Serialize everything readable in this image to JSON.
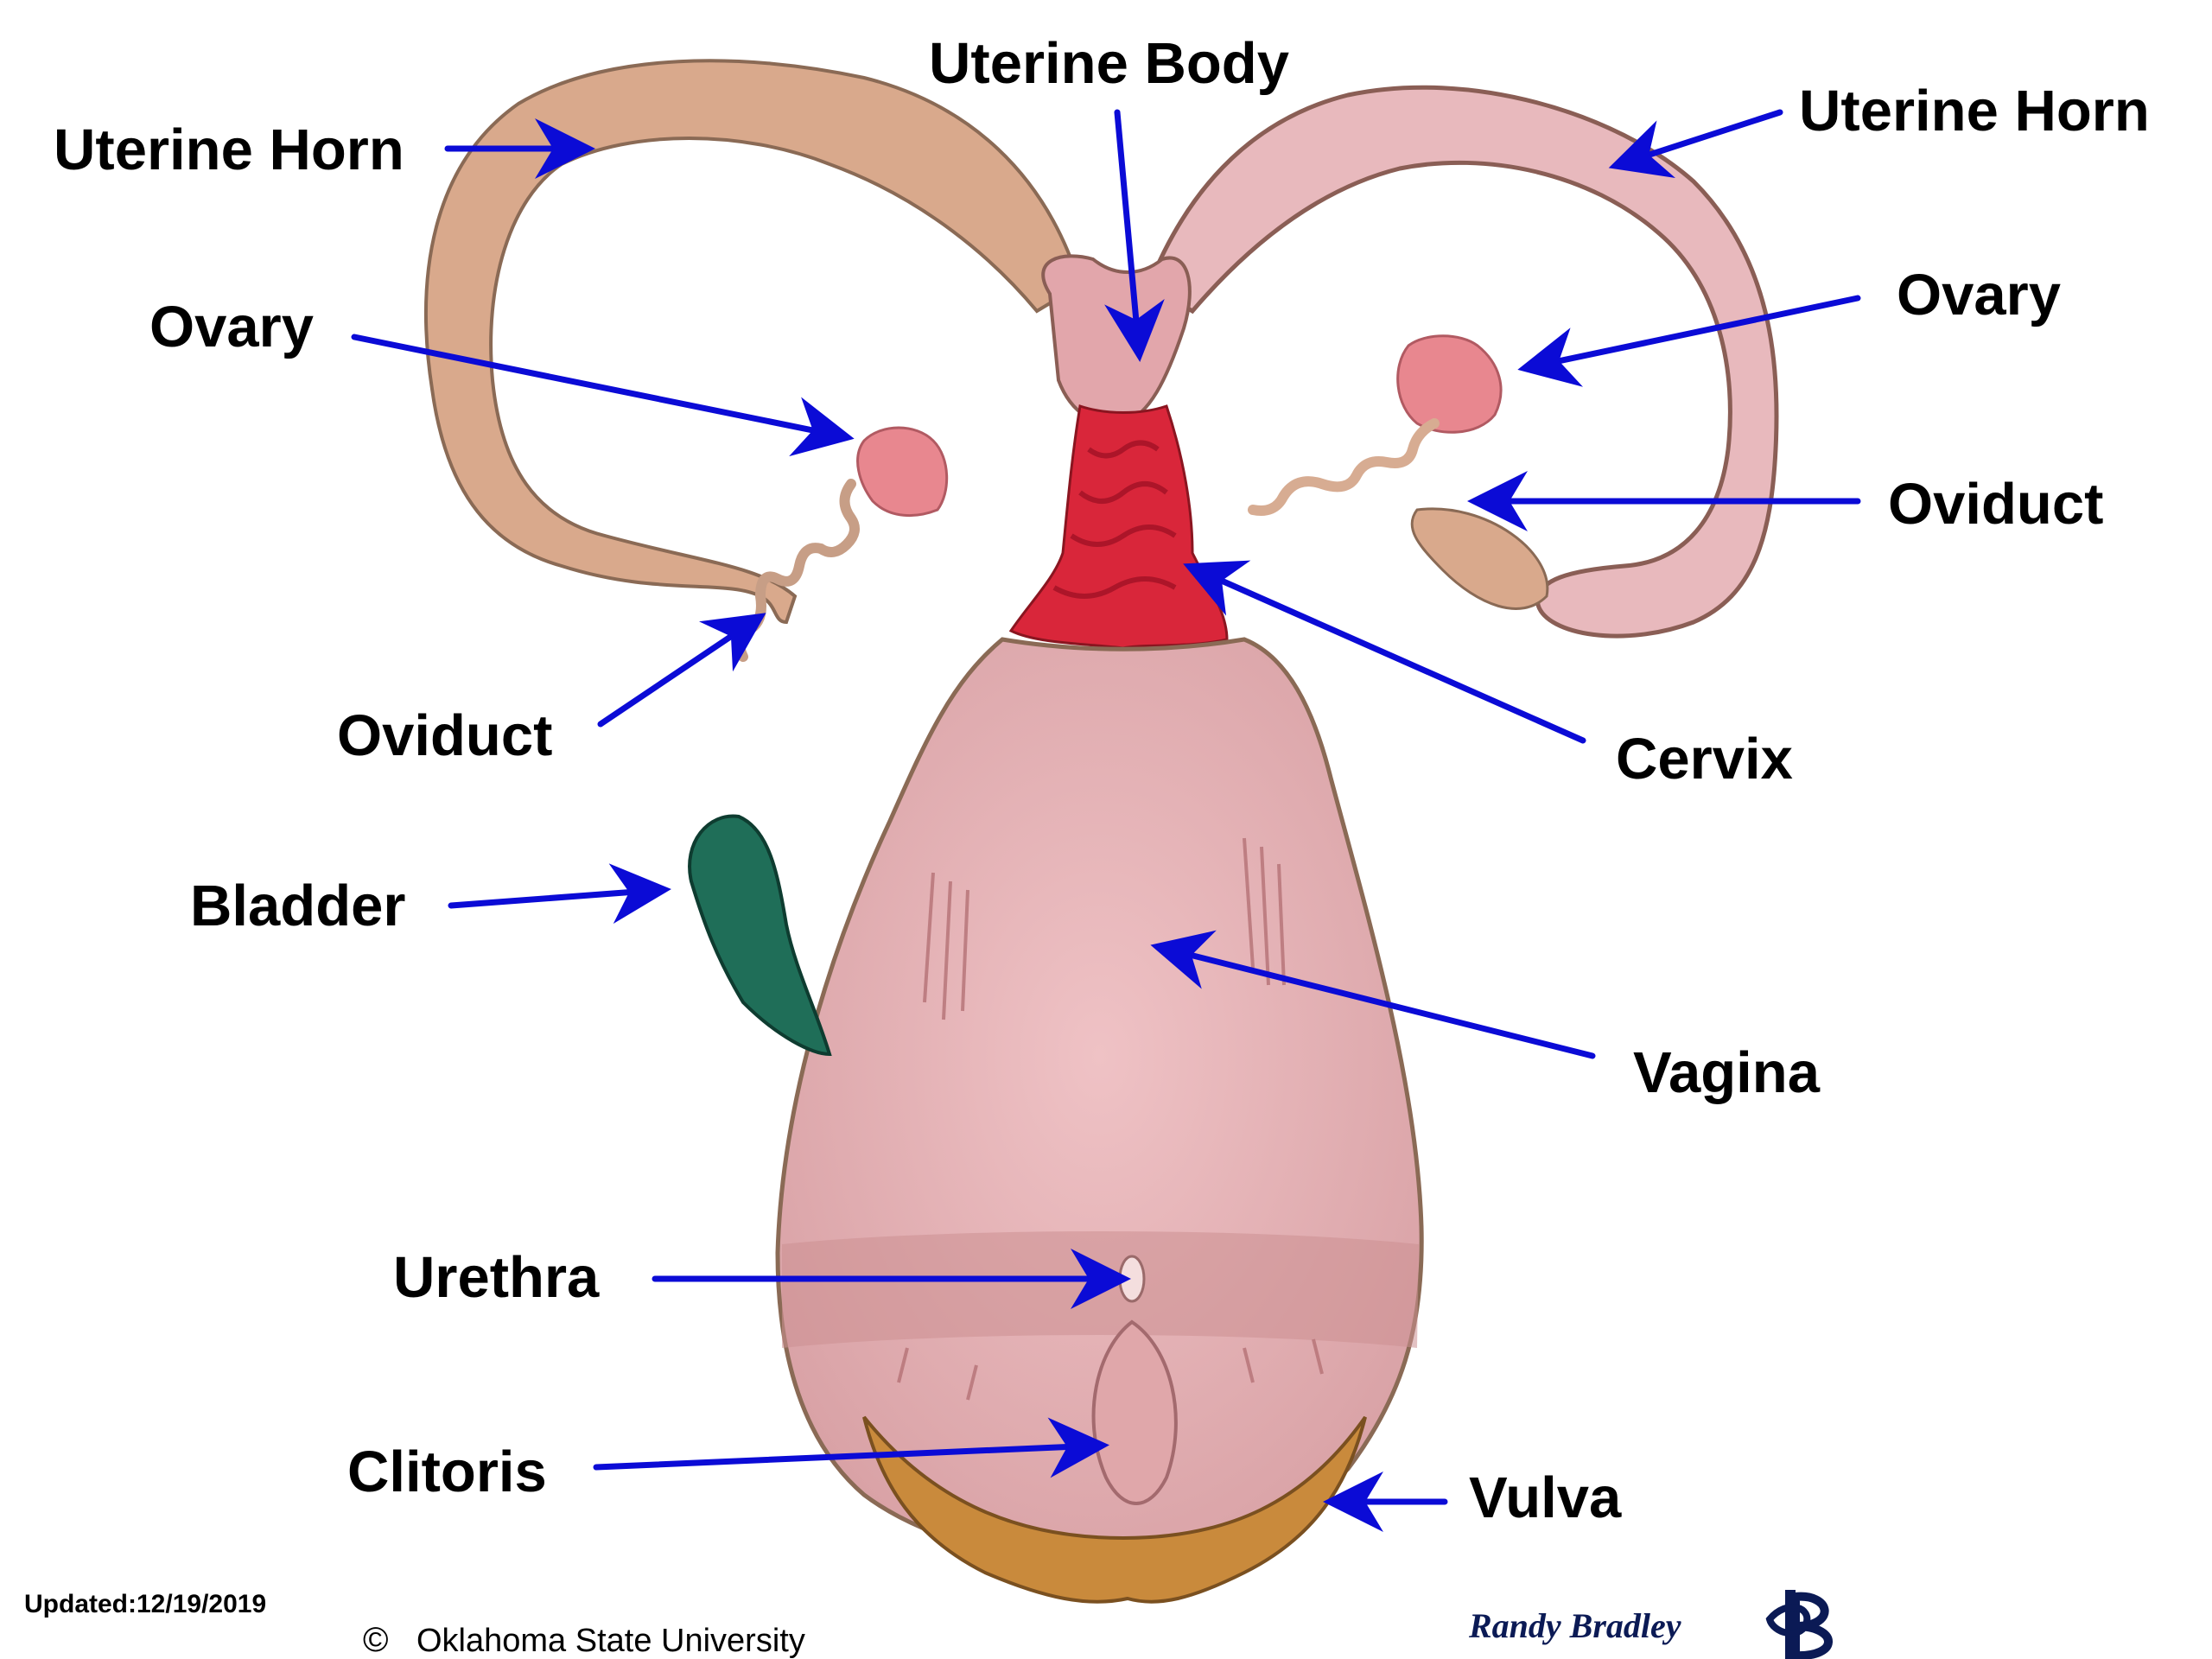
{
  "labels": {
    "uterine_body": "Uterine Body",
    "uterine_horn_left": "Uterine Horn",
    "uterine_horn_right": "Uterine Horn",
    "ovary_left": "Ovary",
    "ovary_right": "Ovary",
    "oviduct_left": "Oviduct",
    "oviduct_right": "Oviduct",
    "cervix": "Cervix",
    "bladder": "Bladder",
    "vagina": "Vagina",
    "urethra": "Urethra",
    "clitoris": "Clitoris",
    "vulva": "Vulva"
  },
  "footer": {
    "updated": "Updated:12/19/2019",
    "copyright_symbol": "©",
    "copyright_holder": "Oklahoma State University",
    "signature": "Randy Bradley"
  },
  "colors": {
    "arrow": "#0b0bd6",
    "horn": "#d9a98c",
    "horn_right": "#e8b9bd",
    "ovary": "#e8878f",
    "cervix": "#d9263a",
    "vagina": "#e8b3b7",
    "bladder": "#1f6e58",
    "vulva": "#c98a3c"
  }
}
